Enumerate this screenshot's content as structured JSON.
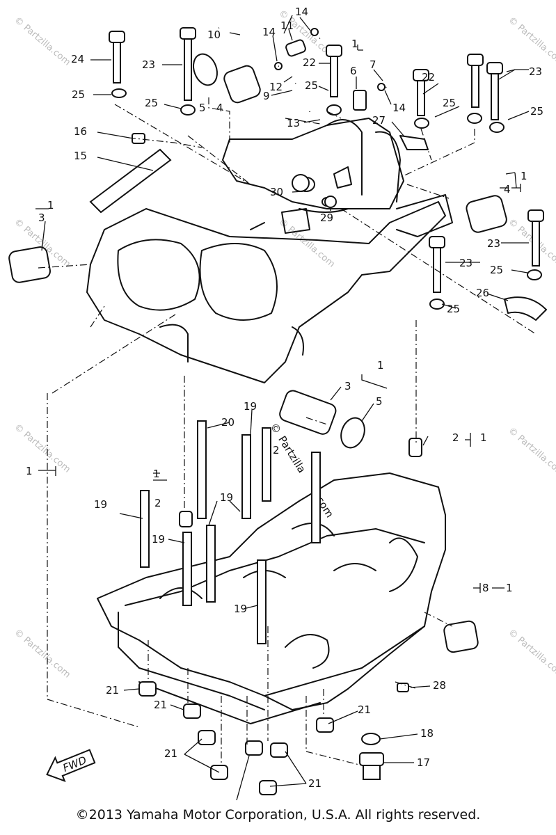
{
  "watermark": {
    "corner_text": "© Partzilla.com",
    "center_symbol": "©",
    "center_brand": "Partzilla",
    "center_domain": ".com"
  },
  "callouts": [
    "1",
    "2",
    "3",
    "4",
    "5",
    "6",
    "7",
    "8",
    "9",
    "10",
    "11",
    "12",
    "13",
    "14",
    "15",
    "16",
    "17",
    "18",
    "19",
    "20",
    "21",
    "22",
    "23",
    "24",
    "25",
    "26",
    "27",
    "28",
    "29",
    "30"
  ],
  "fwd_label": "FWD",
  "copyright": "©2013  Yamaha Motor Corporation, U.S.A. All rights reserved."
}
